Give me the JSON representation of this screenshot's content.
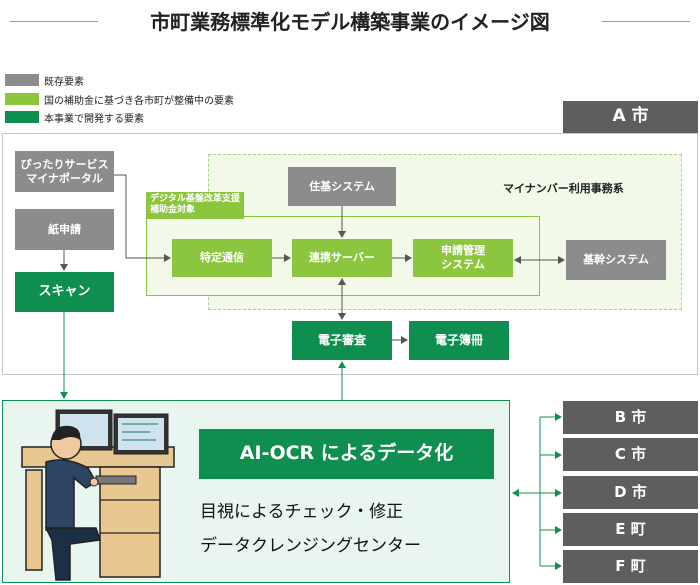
{
  "title": "市町業務標準化モデル構築事業のイメージ図",
  "legend": [
    {
      "label": "既存要素",
      "color": "#8c8c8c"
    },
    {
      "label": "国の補助金に基づき各市町が整備中の要素",
      "color": "#8cc63f"
    },
    {
      "label": "本事業で開発する要素",
      "color": "#0e8f4f"
    }
  ],
  "city_a": "A 市",
  "mynumber_zone": "マイナンバー利用事務系",
  "subsidy_label": "デジタル基盤改革支援\n補助金対象",
  "boxes": {
    "pittari": "ぴったりサービス\nマイナポータル",
    "kami": "紙申請",
    "scan": "スキャン",
    "juki": "住基システム",
    "tokutei": "特定通信",
    "renkei": "連携サーバー",
    "shinsei": "申請管理\nシステム",
    "kikan": "基幹システム",
    "denshi_shinsa": "電子審査",
    "denshi_bosatsu": "電子簿冊"
  },
  "ocr": {
    "title": "AI-OCR によるデータ化",
    "line1": "目視によるチェック・修正",
    "line2": "データクレンジングセンター"
  },
  "other_cities": [
    "B 市",
    "C 市",
    "D 市",
    "E 町",
    "F 町"
  ],
  "colors": {
    "gray": "#8c8c8c",
    "light_green": "#8cc63f",
    "dark_green": "#0e8f4f",
    "city": "#5e5e5e"
  }
}
